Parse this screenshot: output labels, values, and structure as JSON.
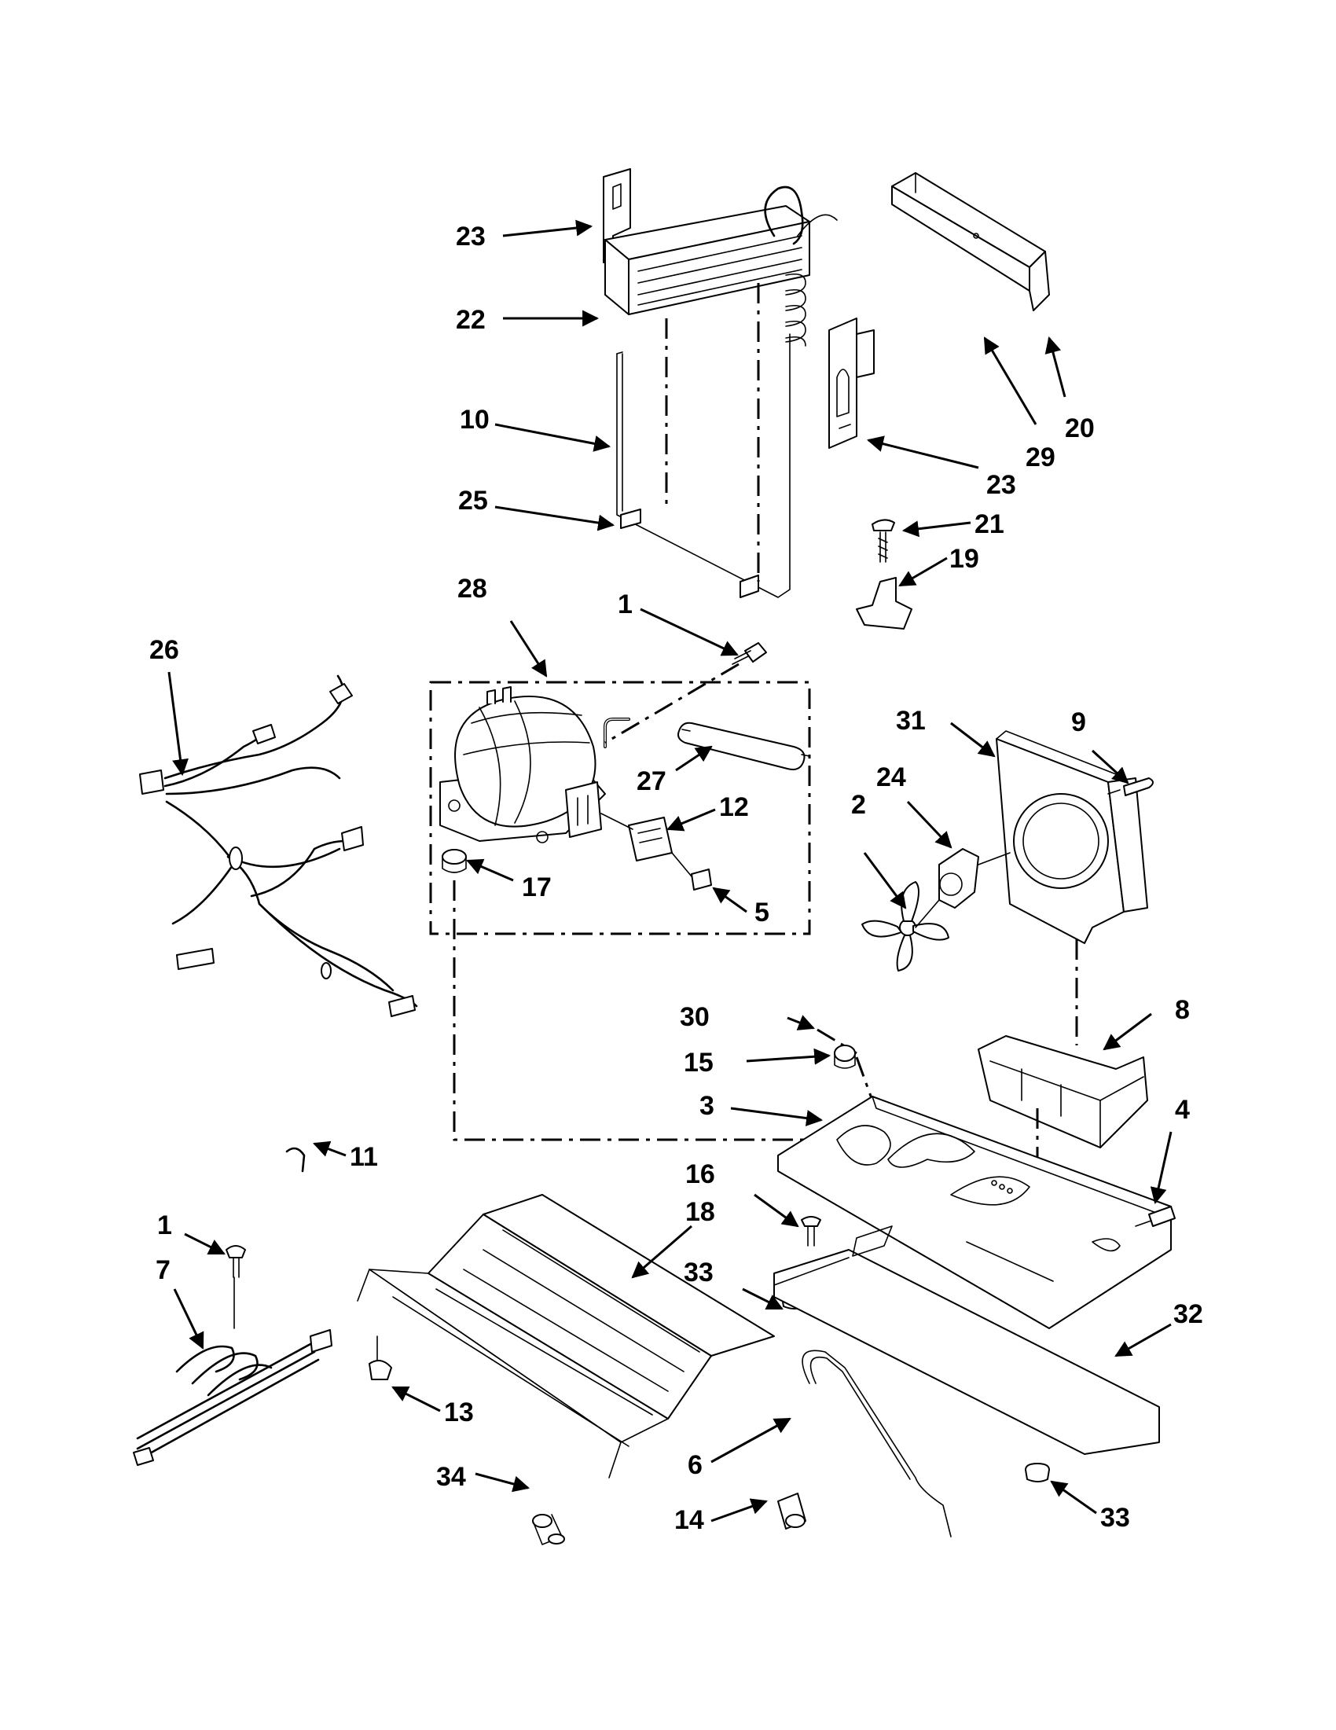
{
  "diagram": {
    "callouts": [
      {
        "id": "c23a",
        "text": "23"
      },
      {
        "id": "c22",
        "text": "22"
      },
      {
        "id": "c10",
        "text": "10"
      },
      {
        "id": "c25",
        "text": "25"
      },
      {
        "id": "c20",
        "text": "20"
      },
      {
        "id": "c29",
        "text": "29"
      },
      {
        "id": "c23b",
        "text": "23"
      },
      {
        "id": "c21",
        "text": "21"
      },
      {
        "id": "c19",
        "text": "19"
      },
      {
        "id": "c28",
        "text": "28"
      },
      {
        "id": "c1a",
        "text": "1"
      },
      {
        "id": "c26",
        "text": "26"
      },
      {
        "id": "c27",
        "text": "27"
      },
      {
        "id": "c12",
        "text": "12"
      },
      {
        "id": "c17",
        "text": "17"
      },
      {
        "id": "c5",
        "text": "5"
      },
      {
        "id": "c31",
        "text": "31"
      },
      {
        "id": "c9",
        "text": "9"
      },
      {
        "id": "c24",
        "text": "24"
      },
      {
        "id": "c2",
        "text": "2"
      },
      {
        "id": "c30",
        "text": "30"
      },
      {
        "id": "c15",
        "text": "15"
      },
      {
        "id": "c8",
        "text": "8"
      },
      {
        "id": "c3",
        "text": "3"
      },
      {
        "id": "c4",
        "text": "4"
      },
      {
        "id": "c11",
        "text": "11"
      },
      {
        "id": "c16",
        "text": "16"
      },
      {
        "id": "c18",
        "text": "18"
      },
      {
        "id": "c1b",
        "text": "1"
      },
      {
        "id": "c7",
        "text": "7"
      },
      {
        "id": "c33a",
        "text": "33"
      },
      {
        "id": "c32",
        "text": "32"
      },
      {
        "id": "c13",
        "text": "13"
      },
      {
        "id": "c6",
        "text": "6"
      },
      {
        "id": "c34",
        "text": "34"
      },
      {
        "id": "c14",
        "text": "14"
      },
      {
        "id": "c33b",
        "text": "33"
      }
    ]
  }
}
